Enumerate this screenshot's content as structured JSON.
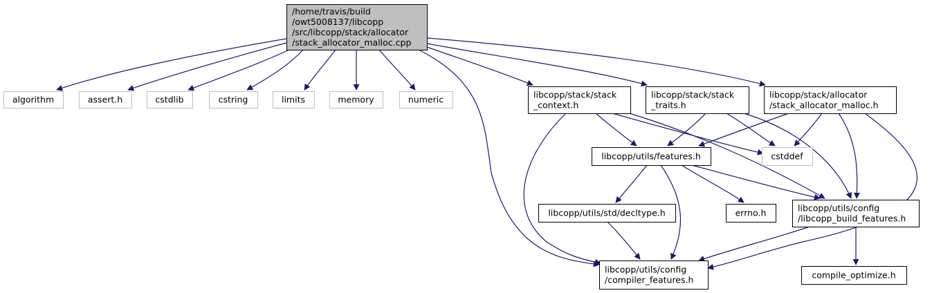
{
  "colors": {
    "edge": "#191970",
    "root_fill": "#bfbfbf",
    "node_border": "#000000",
    "external_border": "#bfbfbf",
    "background": "#ffffff"
  },
  "nodes": [
    {
      "id": "root",
      "kind": "root",
      "lines": [
        "/home/travis/build",
        "/owt5008137/libcopp",
        "/src/libcopp/stack/allocator",
        "/stack_allocator_malloc.cpp"
      ]
    },
    {
      "id": "algorithm",
      "kind": "external",
      "lines": [
        "algorithm"
      ]
    },
    {
      "id": "assert_h",
      "kind": "external",
      "lines": [
        "assert.h"
      ]
    },
    {
      "id": "cstdlib",
      "kind": "external",
      "lines": [
        "cstdlib"
      ]
    },
    {
      "id": "cstring",
      "kind": "external",
      "lines": [
        "cstring"
      ]
    },
    {
      "id": "limits",
      "kind": "external",
      "lines": [
        "limits"
      ]
    },
    {
      "id": "memory",
      "kind": "external",
      "lines": [
        "memory"
      ]
    },
    {
      "id": "numeric",
      "kind": "external",
      "lines": [
        "numeric"
      ]
    },
    {
      "id": "stack_context",
      "kind": "internal",
      "lines": [
        "libcopp/stack/stack",
        "_context.h"
      ]
    },
    {
      "id": "stack_traits",
      "kind": "internal",
      "lines": [
        "libcopp/stack/stack",
        "_traits.h"
      ]
    },
    {
      "id": "stack_alloc_h",
      "kind": "internal",
      "lines": [
        "libcopp/stack/allocator",
        "/stack_allocator_malloc.h"
      ]
    },
    {
      "id": "features",
      "kind": "internal",
      "lines": [
        "libcopp/utils/features.h"
      ]
    },
    {
      "id": "cstddef",
      "kind": "external",
      "lines": [
        "cstddef"
      ]
    },
    {
      "id": "decltype",
      "kind": "internal",
      "lines": [
        "libcopp/utils/std/decltype.h"
      ]
    },
    {
      "id": "errno_h",
      "kind": "internal",
      "lines": [
        "errno.h"
      ]
    },
    {
      "id": "build_features",
      "kind": "internal",
      "lines": [
        "libcopp/utils/config",
        "/libcopp_build_features.h"
      ]
    },
    {
      "id": "compiler_features",
      "kind": "internal",
      "lines": [
        "libcopp/utils/config",
        "/compiler_features.h"
      ]
    },
    {
      "id": "compile_optimize",
      "kind": "internal",
      "lines": [
        "compile_optimize.h"
      ]
    }
  ],
  "edges": [
    {
      "from": "root",
      "to": "algorithm"
    },
    {
      "from": "root",
      "to": "assert_h"
    },
    {
      "from": "root",
      "to": "cstdlib"
    },
    {
      "from": "root",
      "to": "cstring"
    },
    {
      "from": "root",
      "to": "limits"
    },
    {
      "from": "root",
      "to": "memory"
    },
    {
      "from": "root",
      "to": "numeric"
    },
    {
      "from": "root",
      "to": "stack_context"
    },
    {
      "from": "root",
      "to": "stack_traits"
    },
    {
      "from": "root",
      "to": "stack_alloc_h"
    },
    {
      "from": "root",
      "to": "compiler_features"
    },
    {
      "from": "stack_context",
      "to": "features"
    },
    {
      "from": "stack_context",
      "to": "cstddef"
    },
    {
      "from": "stack_context",
      "to": "build_features"
    },
    {
      "from": "stack_context",
      "to": "compiler_features"
    },
    {
      "from": "stack_traits",
      "to": "features"
    },
    {
      "from": "stack_traits",
      "to": "cstddef"
    },
    {
      "from": "stack_traits",
      "to": "build_features"
    },
    {
      "from": "stack_alloc_h",
      "to": "features"
    },
    {
      "from": "stack_alloc_h",
      "to": "cstddef"
    },
    {
      "from": "stack_alloc_h",
      "to": "build_features"
    },
    {
      "from": "stack_alloc_h",
      "to": "compiler_features"
    },
    {
      "from": "features",
      "to": "decltype"
    },
    {
      "from": "features",
      "to": "errno_h"
    },
    {
      "from": "features",
      "to": "build_features"
    },
    {
      "from": "features",
      "to": "compiler_features"
    },
    {
      "from": "decltype",
      "to": "compiler_features"
    },
    {
      "from": "build_features",
      "to": "compiler_features"
    },
    {
      "from": "build_features",
      "to": "compile_optimize"
    }
  ]
}
